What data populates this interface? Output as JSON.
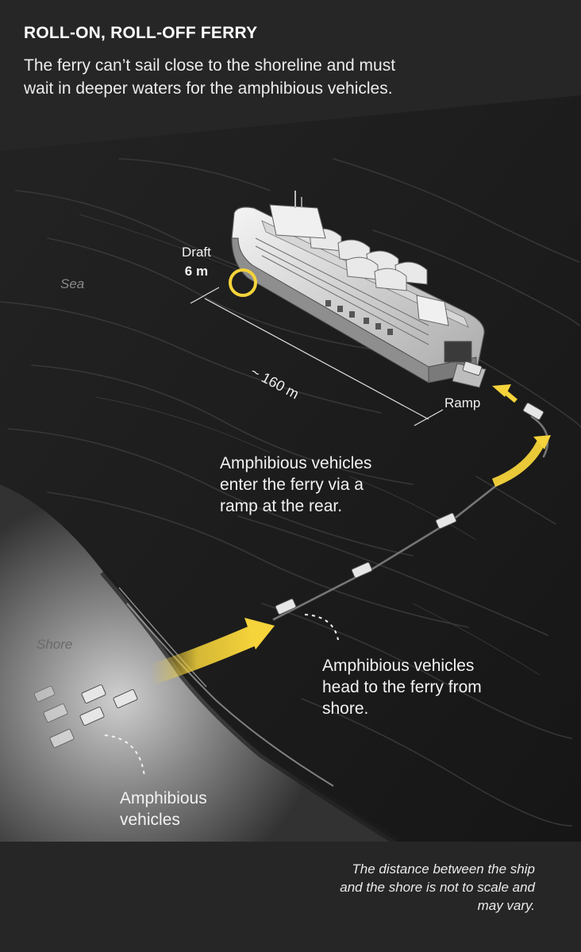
{
  "header": {
    "title": "ROLL-ON, ROLL-OFF FERRY",
    "intro": "The ferry can’t sail close to the shoreline and must wait in deeper waters for the amphibious vehicles."
  },
  "labels": {
    "sea": "Sea",
    "shore": "Shore",
    "draft_label": "Draft",
    "draft_value": "6 m",
    "length": "~ 160 m",
    "ramp": "Ramp"
  },
  "annotations": {
    "enter_ferry": "Amphibious vehicles enter the ferry via a ramp at the rear.",
    "head_to_ferry": "Amphibious vehicles head to the ferry from shore.",
    "vehicles": "Amphibious vehicles"
  },
  "footnote": "The distance between the ship and the shore is not to scale and may vary.",
  "colors": {
    "background": "#262626",
    "accent": "#f5d33a",
    "text": "#f2f2f2"
  }
}
